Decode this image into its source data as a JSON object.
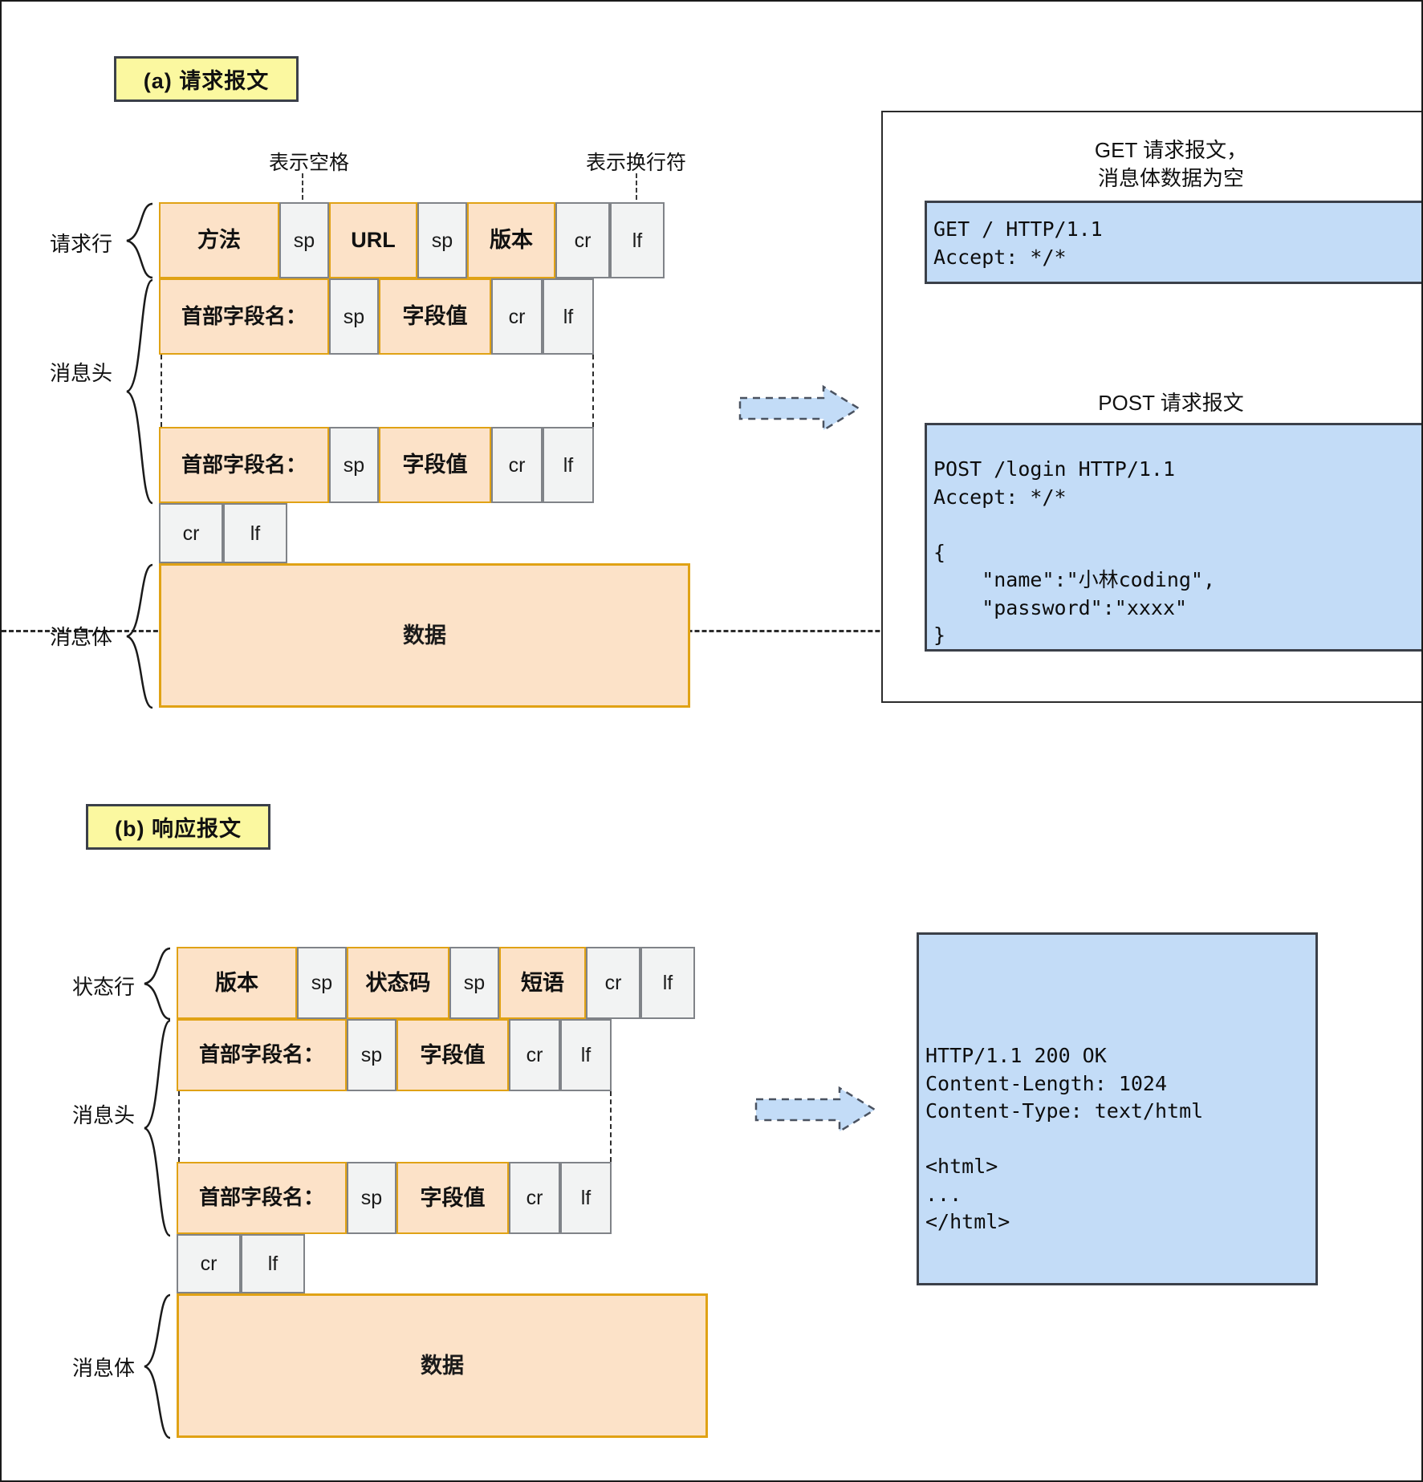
{
  "diagram": {
    "title_a": "(a) 请求报文",
    "title_b": "(b) 响应报文"
  },
  "callouts": {
    "space": "表示空格",
    "newline": "表示换行符"
  },
  "labels": {
    "request_line": "请求行",
    "status_line": "状态行",
    "message_header": "消息头",
    "message_body": "消息体"
  },
  "tokens": {
    "method": "方法",
    "url": "URL",
    "version": "版本",
    "status_code": "状态码",
    "reason_phrase": "短语",
    "header_name": "首部字段名：",
    "header_value": "字段值",
    "sp": "sp",
    "cr": "cr",
    "lf": "lf",
    "data": "数据"
  },
  "request_examples": {
    "get_title": "GET 请求报文，\n消息体数据为空",
    "get_code": "GET / HTTP/1.1\nAccept: */*",
    "post_title": "POST 请求报文",
    "post_code": "POST /login HTTP/1.1\nAccept: */*\n\n{\n    \"name\":\"小林coding\",\n    \"password\":\"xxxx\"\n}"
  },
  "response_example": {
    "code": "HTTP/1.1 200 OK\nContent-Length: 1024\nContent-Type: text/html\n\n<html>\n...\n</html>"
  },
  "colors": {
    "orange_fill": "#fce2c8",
    "orange_border": "#e0a215",
    "grey_fill": "#f2f3f3",
    "grey_border": "#808388",
    "blue_fill": "#c3dcf7",
    "yellow_chip": "#fbf8a0",
    "ink": "#3b4049"
  }
}
